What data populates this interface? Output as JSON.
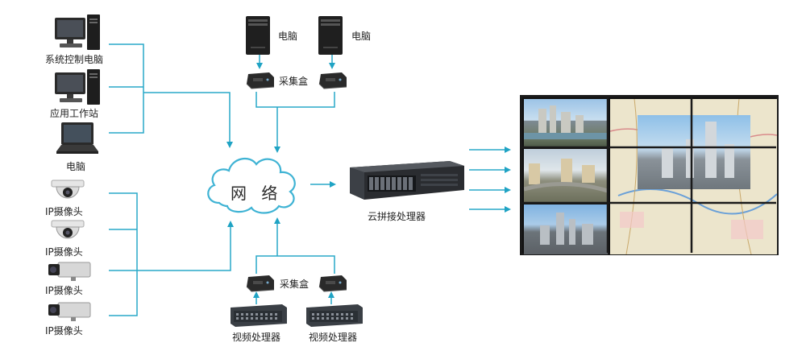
{
  "labels": {
    "system_control_pc": "系统控制电脑",
    "app_workstation": "应用工作站",
    "laptop": "电脑",
    "ip_camera": "IP摄像头",
    "pc": "电脑",
    "capture_box": "采集盒",
    "network": "网 络",
    "cloud_splicing_processor": "云拼接处理器",
    "video_processor": "视频处理器"
  },
  "colors": {
    "line": "#29a9c9",
    "arrow": "#1fa3c4",
    "cloud_stroke": "#3fb3d4",
    "wall_frame": "#1a1a1a"
  }
}
